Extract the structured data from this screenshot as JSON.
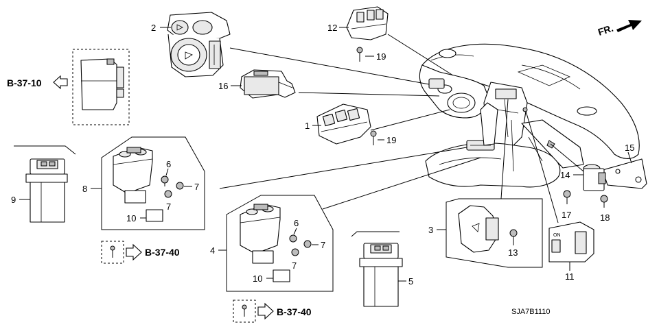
{
  "diagram": {
    "code": "SJA7B1110",
    "front_label": "FR.",
    "part_numbers": {
      "p1": "1",
      "p2": "2",
      "p3": "3",
      "p4": "4",
      "p5": "5",
      "p6a": "6",
      "p6b": "6",
      "p7a": "7",
      "p7b": "7",
      "p7c": "7",
      "p7d": "7",
      "p8": "8",
      "p9": "9",
      "p10a": "10",
      "p10b": "10",
      "p11": "11",
      "p12": "12",
      "p13": "13",
      "p14": "14",
      "p15": "15",
      "p16": "16",
      "p17": "17",
      "p18": "18",
      "p19a": "19",
      "p19b": "19"
    },
    "references": {
      "ref_top_left": "B-37-10",
      "ref_mid_left": "B-37-40",
      "ref_bottom": "B-37-40"
    },
    "switch_label": "ON"
  }
}
